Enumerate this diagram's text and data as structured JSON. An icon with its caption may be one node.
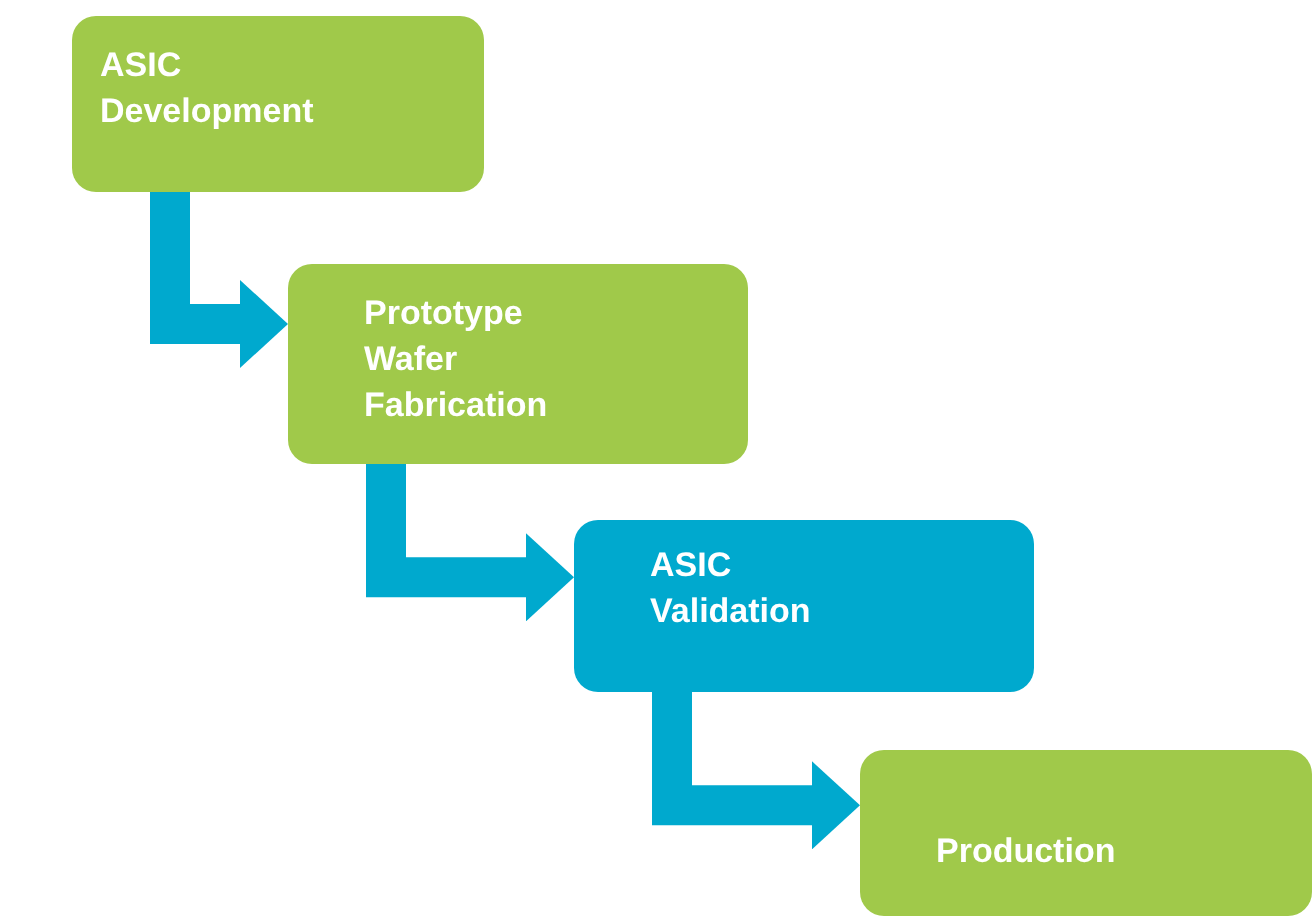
{
  "diagram": {
    "nodes": [
      {
        "text": [
          "ASIC Development"
        ]
      },
      {
        "text": [
          "Prototype Wafer Fabrication"
        ]
      },
      {
        "text": [
          "ASIC Validation"
        ]
      },
      {
        "text": [
          "Production"
        ]
      }
    ],
    "edges": [
      {
        "from": 0,
        "to": 1,
        "arrow": "to"
      },
      {
        "from": 1,
        "to": 2,
        "arrow": "to"
      },
      {
        "from": 2,
        "to": 3,
        "arrow": "to"
      }
    ]
  }
}
